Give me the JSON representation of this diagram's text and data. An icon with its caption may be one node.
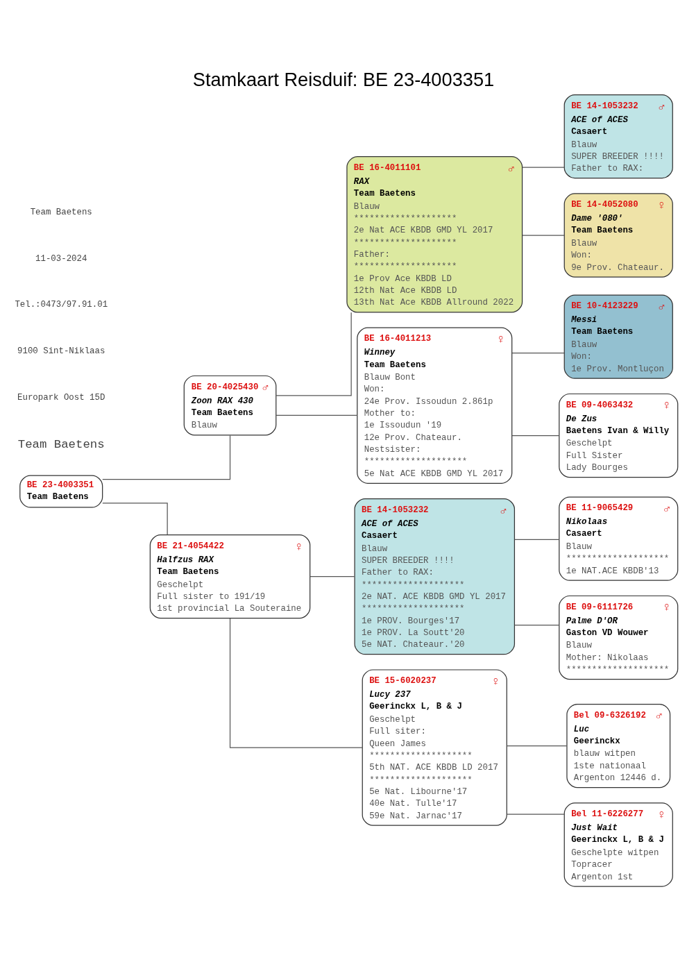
{
  "diagram": {
    "title": "Stamkaart Reisduif: BE 23-4003351",
    "nodes": [
      {
        "text": [
          "BE 23-4003351",
          "Team Baetens"
        ]
      },
      {
        "text": [
          "BE 20-4025430",
          "♂",
          "Zoon RAX 430",
          "Team Baetens",
          "Blauw"
        ]
      },
      {
        "text": [
          "BE 21-4054422",
          "♀",
          "Halfzus RAX",
          "Team Baetens",
          "Geschelpt",
          "Full sister to 191/19",
          "1st provincial La Souteraine"
        ]
      },
      {
        "text": [
          "BE 16-4011101",
          "♂",
          "RAX",
          "Team Baetens",
          "Blauw",
          "********************",
          "2e Nat ACE KBDB GMD YL 2017",
          "********************",
          "Father:",
          "********************",
          "1e Prov Ace KBDB LD",
          "12th Nat Ace KBDB LD",
          "13th Nat Ace KBDB Allround 2022"
        ]
      },
      {
        "text": [
          "BE 16-4011213",
          "♀",
          "Winney",
          "Team Baetens",
          "Blauw Bont",
          "Won:",
          "24e Prov. Issoudun 2.861p",
          "Mother to:",
          "1e Issoudun '19",
          "12e Prov. Chateaur.",
          "Nestsister:",
          "********************",
          "5e Nat ACE KBDB GMD YL 2017"
        ]
      },
      {
        "text": [
          "BE 14-1053232",
          "♂",
          "ACE of ACES",
          "Casaert",
          "Blauw",
          "SUPER BREEDER !!!!",
          "Father to RAX:",
          "********************",
          "2e NAT. ACE KBDB GMD YL 2017",
          "********************",
          "1e PROV. Bourges'17",
          "1e PROV. La Soutt'20",
          "5e NAT. Chateaur.'20"
        ]
      },
      {
        "text": [
          "BE 15-6020237",
          "♀",
          "Lucy 237",
          "Geerinckx L, B & J",
          "Geschelpt",
          "Full siter:",
          "Queen James",
          "********************",
          "5th NAT. ACE KBDB LD 2017",
          "********************",
          "5e Nat. Libourne'17",
          "40e Nat. Tulle'17",
          "59e Nat. Jarnac'17"
        ]
      },
      {
        "text": [
          "BE 14-1053232",
          "♂",
          "ACE of ACES",
          "Casaert",
          "Blauw",
          "SUPER BREEDER !!!!",
          "Father to RAX:"
        ]
      },
      {
        "text": [
          "BE 14-4052080",
          "♀",
          "Dame '080'",
          "Team Baetens",
          "Blauw",
          "Won:",
          "9e Prov. Chateaur."
        ]
      },
      {
        "text": [
          "BE 10-4123229",
          "♂",
          "Messi",
          "Team Baetens",
          "Blauw",
          "Won:",
          "1e Prov. Montluçon"
        ]
      },
      {
        "text": [
          "BE 09-4063432",
          "♀",
          "De Zus",
          "Baetens Ivan & Willy",
          "Geschelpt",
          "Full Sister",
          "Lady Bourges"
        ]
      },
      {
        "text": [
          "BE 11-9065429",
          "♂",
          "Nikolaas",
          "Casaert",
          "Blauw",
          "********************",
          "1e NAT.ACE KBDB'13"
        ]
      },
      {
        "text": [
          "BE 09-6111726",
          "♀",
          "Palme D'OR",
          "Gaston VD Wouwer",
          "Blauw",
          "Mother: Nikolaas",
          "********************"
        ]
      },
      {
        "text": [
          "Bel 09-6326192",
          "♂",
          "Luc",
          "Geerinckx",
          "blauw witpen",
          "1ste nationaal",
          "Argenton 12446 d."
        ]
      },
      {
        "text": [
          "Bel 11-6226277",
          "♀",
          "Just Wait",
          "Geerinckx L, B & J",
          "Geschelpte witpen",
          "Topracer",
          "Argenton 1st"
        ]
      }
    ],
    "edges": [
      {
        "from": 0,
        "to": 1,
        "arrow": "none"
      },
      {
        "from": 0,
        "to": 2,
        "arrow": "none"
      },
      {
        "from": 1,
        "to": 3,
        "arrow": "none"
      },
      {
        "from": 1,
        "to": 4,
        "arrow": "none"
      },
      {
        "from": 2,
        "to": 5,
        "arrow": "none"
      },
      {
        "from": 2,
        "to": 6,
        "arrow": "none"
      },
      {
        "from": 3,
        "to": 7,
        "arrow": "none"
      },
      {
        "from": 3,
        "to": 8,
        "arrow": "none"
      },
      {
        "from": 4,
        "to": 9,
        "arrow": "none"
      },
      {
        "from": 4,
        "to": 10,
        "arrow": "none"
      },
      {
        "from": 5,
        "to": 11,
        "arrow": "none"
      },
      {
        "from": 5,
        "to": 12,
        "arrow": "none"
      },
      {
        "from": 6,
        "to": 13,
        "arrow": "none"
      },
      {
        "from": 6,
        "to": 14,
        "arrow": "none"
      }
    ],
    "labels": [
      "Team Baetens",
      "Europark Oost 15D",
      "9100 Sint-Niklaas",
      "Tel.:0473/97.91.01",
      "11-03-2024",
      "Team Baetens"
    ]
  }
}
